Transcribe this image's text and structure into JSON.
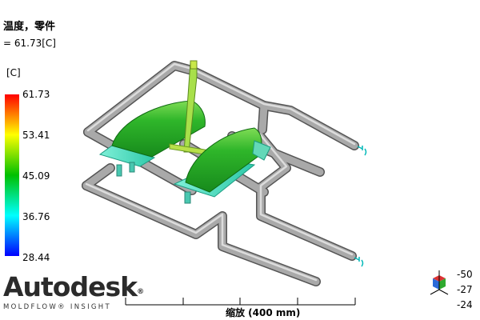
{
  "title": "温度，零件",
  "result": {
    "prefix": "= ",
    "value": "61.73",
    "unit": "[C]"
  },
  "legend": {
    "unit": "[C]",
    "ticks": [
      "61.73",
      "53.41",
      "45.09",
      "36.76",
      "28.44"
    ],
    "colors": [
      "#ff0000",
      "#ffff00",
      "#00c000",
      "#00ffff",
      "#0000ff"
    ]
  },
  "logo": {
    "name": "Autodesk",
    "mark": "®",
    "sub": "MOLDFLOW® INSIGHT"
  },
  "scale": {
    "label": "缩放 (400 mm)"
  },
  "orientation": {
    "values": [
      "-50",
      "-27",
      "-24"
    ]
  }
}
